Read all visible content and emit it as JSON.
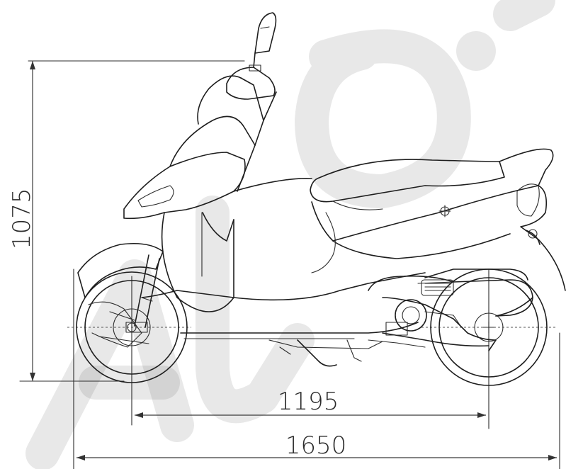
{
  "drawing": {
    "subject": "scooter-side-view",
    "dimensions": {
      "overall_height": "1075",
      "wheelbase": "1195",
      "overall_length": "1650"
    }
  },
  "watermark": {
    "present": true
  }
}
